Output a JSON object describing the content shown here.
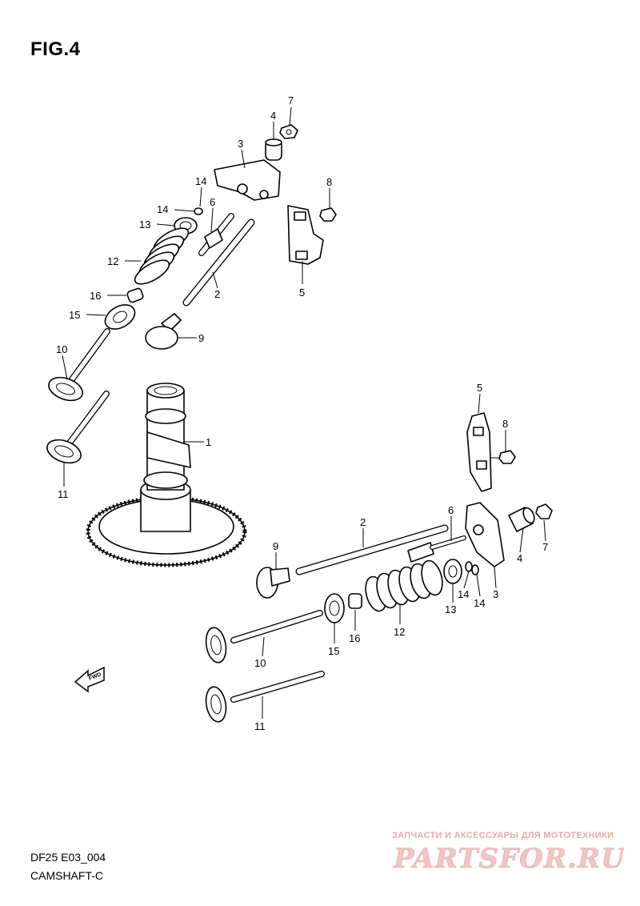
{
  "figure": {
    "title": "FIG.4"
  },
  "footer": {
    "model_code": "DF25 E03_004",
    "group_name": "CAMSHAFT-C"
  },
  "fwd_label": "FWD",
  "watermark": {
    "caption": "ЗАПЧАСТИ И АКСЕССУАРЫ ДЛЯ МОТОТЕХНИКИ",
    "logo": "PARTSFOR.RU",
    "color": "#f2c4c4"
  },
  "callouts": {
    "c1": "1",
    "c2a": "2",
    "c2b": "2",
    "c3a": "3",
    "c3b": "3",
    "c4a": "4",
    "c4b": "4",
    "c5a": "5",
    "c5b": "5",
    "c6a": "6",
    "c6b": "6",
    "c7a": "7",
    "c7b": "7",
    "c8a": "8",
    "c8b": "8",
    "c9a": "9",
    "c9b": "9",
    "c10a": "10",
    "c10b": "10",
    "c11a": "11",
    "c11b": "11",
    "c12a": "12",
    "c12b": "12",
    "c13a": "13",
    "c13b": "13",
    "c14a": "14",
    "c14b": "14",
    "c14c": "14",
    "c15a": "15",
    "c15b": "15",
    "c16a": "16",
    "c16b": "16"
  }
}
